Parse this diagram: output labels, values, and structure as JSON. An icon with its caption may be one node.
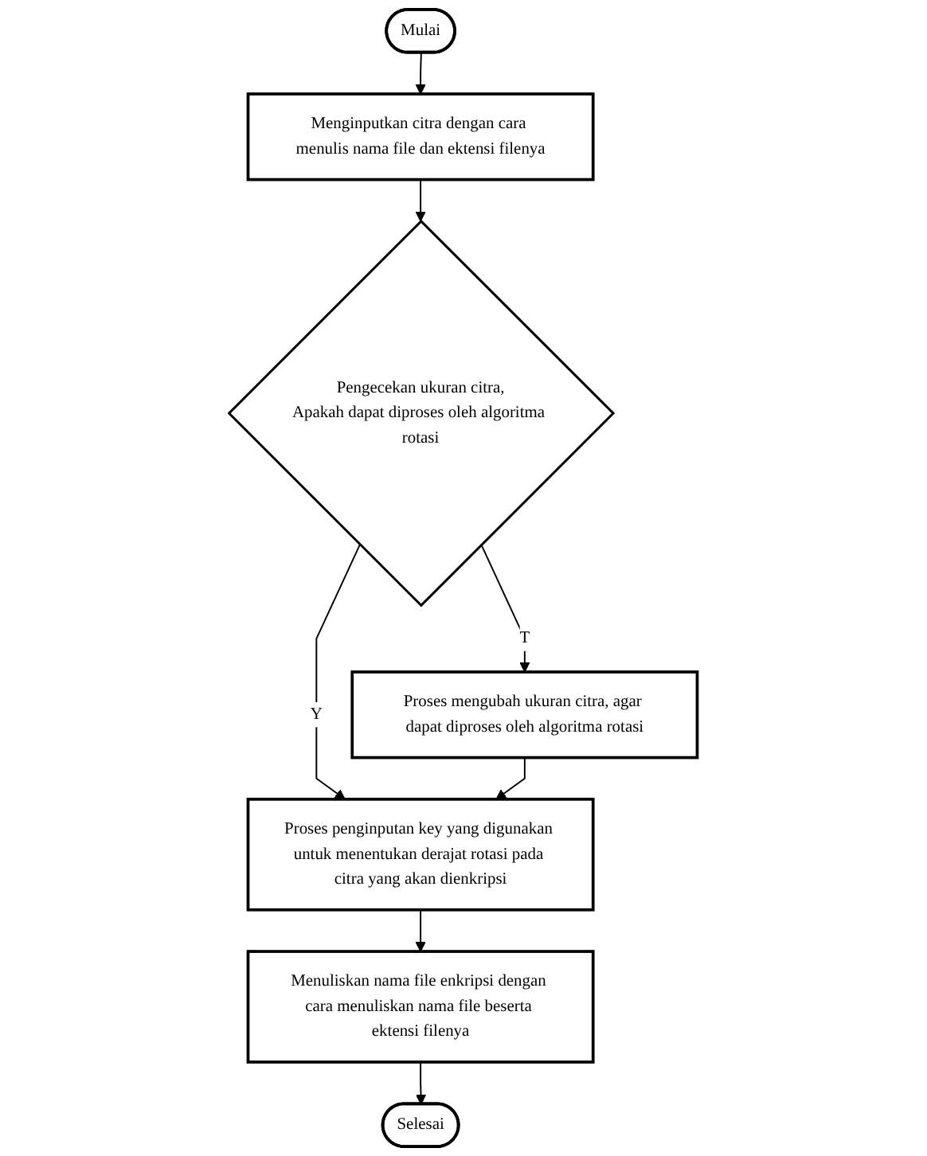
{
  "diagram": {
    "nodes": [
      {
        "text": [
          "Mulai"
        ]
      },
      {
        "text": [
          "Menginputkan citra dengan cara menulis nama file dan ektensi filenya"
        ]
      },
      {
        "text": [
          "Pengecekan ukuran citra,",
          "Apakah dapat diproses oleh algoritma rotasi"
        ]
      },
      {
        "text": [
          "Proses mengubah ukuran citra, agar dapat diproses oleh algoritma rotasi"
        ]
      },
      {
        "text": [
          "Proses penginputan key yang digunakan untuk menentukan derajat rotasi pada citra yang akan dienkripsi"
        ]
      },
      {
        "text": [
          "Menuliskan nama file enkripsi dengan cara menuliskan nama file beserta ektensi filenya"
        ]
      },
      {
        "text": [
          "Selesai"
        ]
      }
    ],
    "edges": [
      {
        "from": 0,
        "to": 1,
        "arrow": "to"
      },
      {
        "from": 1,
        "to": 2,
        "arrow": "to"
      },
      {
        "from": 2,
        "to": 3,
        "arrow": "to",
        "label": "T"
      },
      {
        "from": 2,
        "to": 4,
        "arrow": "to",
        "label": "Y"
      },
      {
        "from": 3,
        "to": 4,
        "arrow": "to"
      },
      {
        "from": 4,
        "to": 5,
        "arrow": "to"
      },
      {
        "from": 5,
        "to": 6,
        "arrow": "to"
      }
    ]
  }
}
